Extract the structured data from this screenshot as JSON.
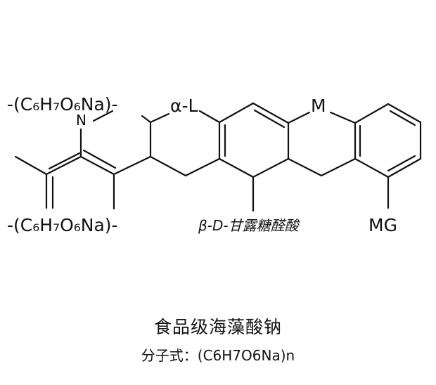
{
  "diagram": {
    "labels": {
      "top_left_group": "-(C₆H₇O₆Na)-",
      "bottom_left_group": "-(C₆H₇O₆Na)-",
      "nitrogen": "N",
      "alpha_l": "α-L",
      "metal": "M",
      "beta_d": "β-D-甘露糖醛酸",
      "mg": "MG"
    }
  },
  "caption": {
    "title": "食品级海藻酸钠",
    "formula": "分子式：(C6H7O6Na)n"
  }
}
